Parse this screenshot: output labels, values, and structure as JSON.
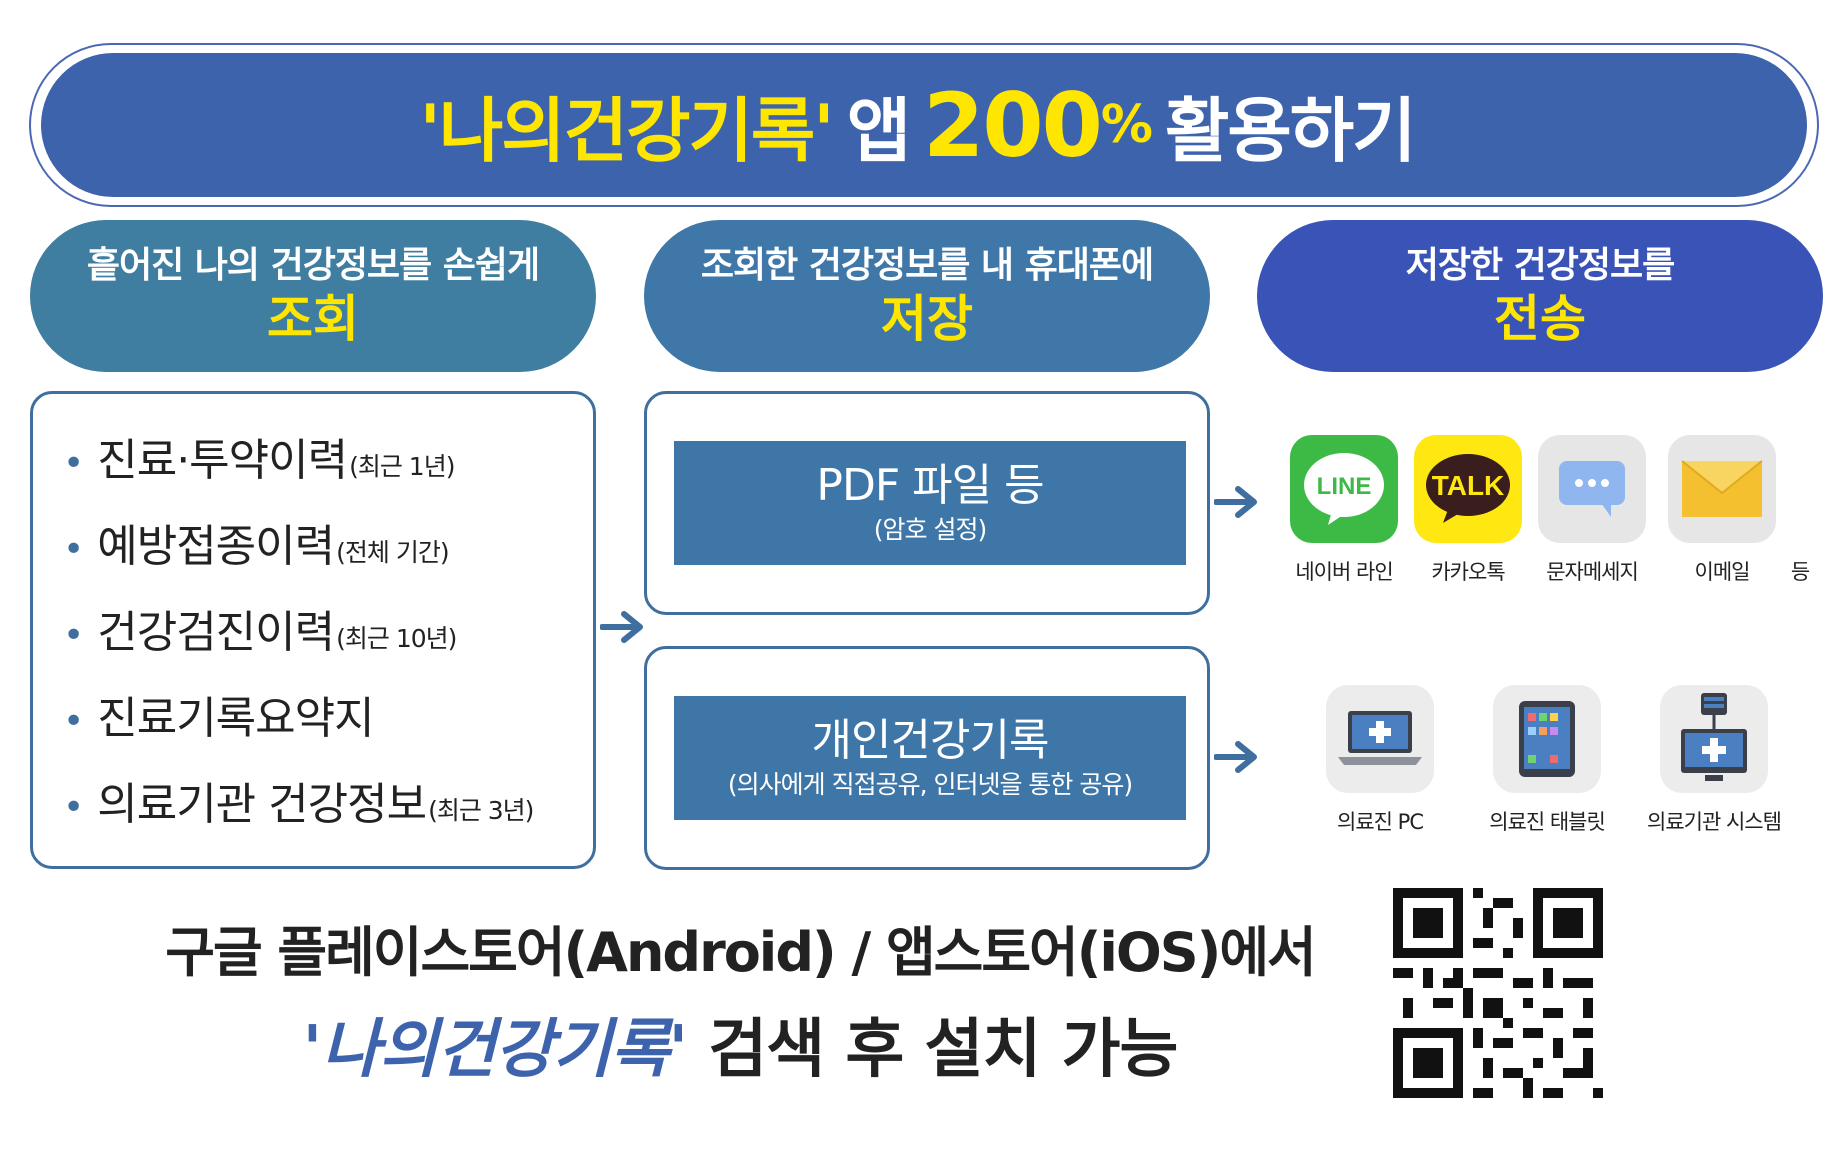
{
  "banner": {
    "title_quoted": "'나의건강기록'",
    "title_app": "앱",
    "title_number": "200",
    "title_percent": "%",
    "title_action": "활용하기"
  },
  "categories": [
    {
      "sub": "흩어진 나의 건강정보를 손쉽게",
      "main": "조회",
      "color": "#3f7ea1"
    },
    {
      "sub": "조회한 건강정보를 내 휴대폰에",
      "main": "저장",
      "color": "#3f78a8"
    },
    {
      "sub": "저장한 건강정보를",
      "main": "전송",
      "color": "#3a53b7"
    }
  ],
  "lookup_items": [
    {
      "label": "진료·투약이력",
      "note": "(최근 1년)"
    },
    {
      "label": "예방접종이력",
      "note": "(전체 기간)"
    },
    {
      "label": "건강검진이력",
      "note": "(최근 10년)"
    },
    {
      "label": "진료기록요약지",
      "note": ""
    },
    {
      "label": "의료기관 건강정보",
      "note": "(최근 3년)"
    }
  ],
  "save_options": [
    {
      "title": "PDF 파일 등",
      "subtitle": "(암호 설정)"
    },
    {
      "title": "개인건강기록",
      "subtitle": "(의사에게 직접공유, 인터넷을 통한 공유)"
    }
  ],
  "send_apps": {
    "items": [
      {
        "label": "네이버 라인",
        "icon": "line-icon",
        "icon_text": "LINE"
      },
      {
        "label": "카카오톡",
        "icon": "kakaotalk-icon",
        "icon_text": "TALK"
      },
      {
        "label": "문자메세지",
        "icon": "sms-icon",
        "icon_text": "•••"
      },
      {
        "label": "이메일",
        "icon": "email-icon",
        "icon_text": ""
      }
    ],
    "etc": "등"
  },
  "share_devices": [
    {
      "label": "의료진 PC",
      "icon": "laptop-icon"
    },
    {
      "label": "의료진 태블릿",
      "icon": "tablet-icon"
    },
    {
      "label": "의료기관 시스템",
      "icon": "hospital-system-icon"
    }
  ],
  "install": {
    "line1": "구글 플레이스토어(Android) / 앱스토어(iOS)에서",
    "line2_quoted": "'나의건강기록'",
    "line2_rest": " 검색 후 설치 가능"
  },
  "colors": {
    "banner": "#3d63ad",
    "accent_yellow": "#ffe600",
    "border": "#3f6f9f"
  }
}
